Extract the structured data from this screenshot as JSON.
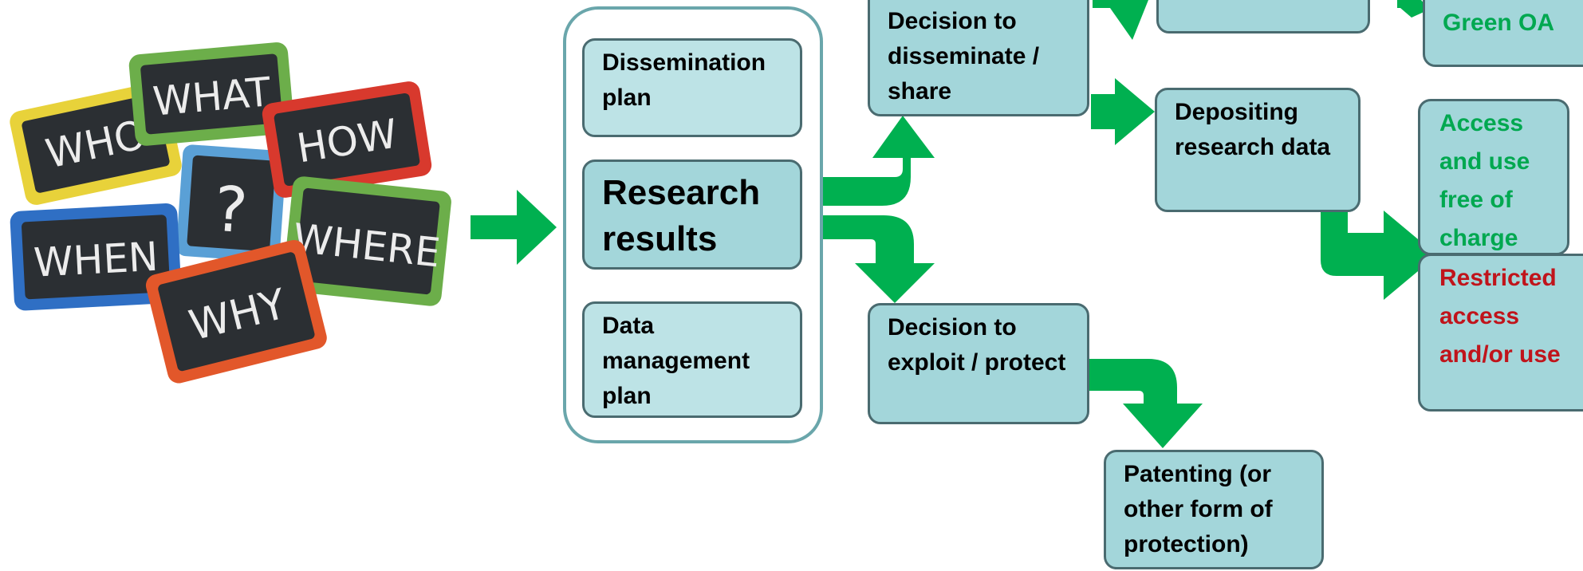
{
  "colors": {
    "arrow": "#00b050",
    "box_fill": "#a3d6da",
    "box_fill_light": "#bde3e6",
    "box_border": "#4a6b70",
    "green_text": "#00a850",
    "red_text": "#c0141b"
  },
  "slates": [
    {
      "text": "WHO",
      "frame": "#e8d23a"
    },
    {
      "text": "WHAT",
      "frame": "#6cae4a"
    },
    {
      "text": "HOW",
      "frame": "#d8392d"
    },
    {
      "text": "?",
      "frame": "#5aa0d6"
    },
    {
      "text": "WHEN",
      "frame": "#2f6fc4"
    },
    {
      "text": "WHERE",
      "frame": "#6cae4a"
    },
    {
      "text": "WHY",
      "frame": "#e2572a"
    }
  ],
  "plan_group": {
    "dissemination_plan": "Dissemination plan",
    "research_results": "Research results",
    "data_management_plan": "Data management plan"
  },
  "decisions": {
    "disseminate": "Decision to disseminate / share",
    "exploit": "Decision to exploit / protect"
  },
  "depositing": "Depositing research data",
  "patenting": "Patenting (or other form of protection)",
  "open_access": {
    "green_oa": "Green OA",
    "free_access": "Access and use free of charge",
    "restricted": "Restricted access and/or use"
  }
}
